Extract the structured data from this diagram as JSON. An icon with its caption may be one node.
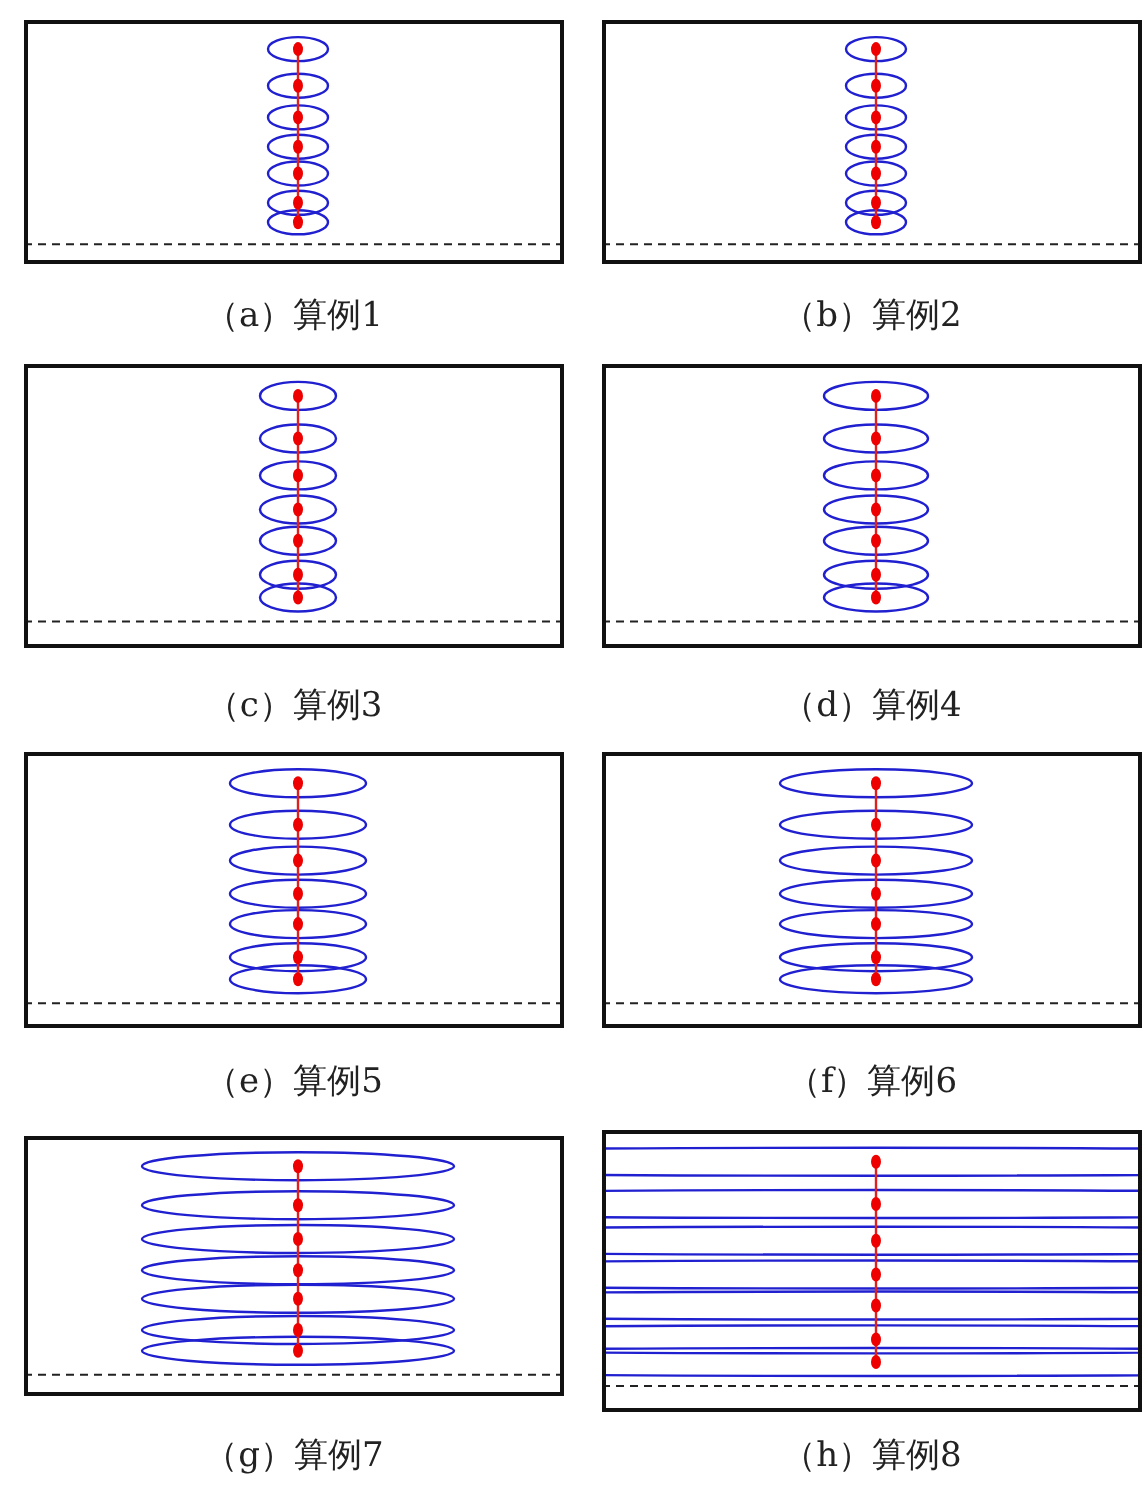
{
  "diagram": {
    "labels": [
      "（a）算例1",
      "（b）算例2",
      "（c）算例3",
      "（d）算例4",
      "（e）算例5",
      "（f）算例6",
      "（g）算例7",
      "（h）算例8"
    ]
  }
}
